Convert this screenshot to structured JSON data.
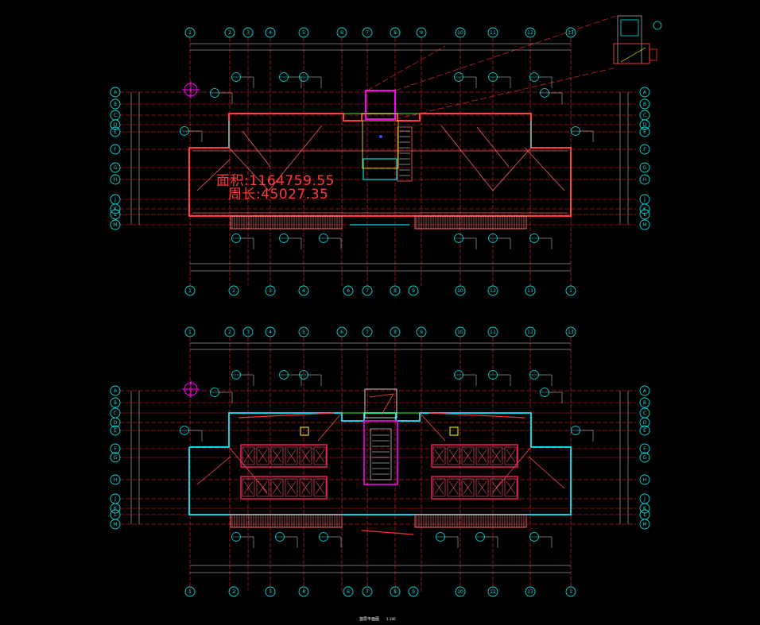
{
  "drawing": {
    "area_label": "面积:1164759.55",
    "perimeter_label": "周长:45027.35",
    "caption": "首层平面图",
    "scale": "1:100",
    "colors": {
      "background": "#000000",
      "grid": "#ff2020",
      "axis": "#00e0e0",
      "wall": "#ff4040",
      "column": "#ff3030",
      "dimension": "#f0f0f0",
      "highlight": "#ff00ff",
      "yellow": "#ffff00",
      "green": "#20ff20",
      "blue": "#3050ff"
    },
    "top_axis_labels": [
      "1",
      "2",
      "3",
      "4",
      "5",
      "6",
      "7",
      "8",
      "9",
      "10",
      "11",
      "12",
      "13"
    ],
    "bottom_axis_labels": [
      "1",
      "2",
      "3",
      "4",
      "6",
      "7",
      "8",
      "9",
      "10",
      "12",
      "13"
    ],
    "side_axis_labels": [
      "A",
      "B",
      "C",
      "D",
      "E",
      "F",
      "G",
      "H",
      "J",
      "K",
      "L",
      "M"
    ]
  }
}
